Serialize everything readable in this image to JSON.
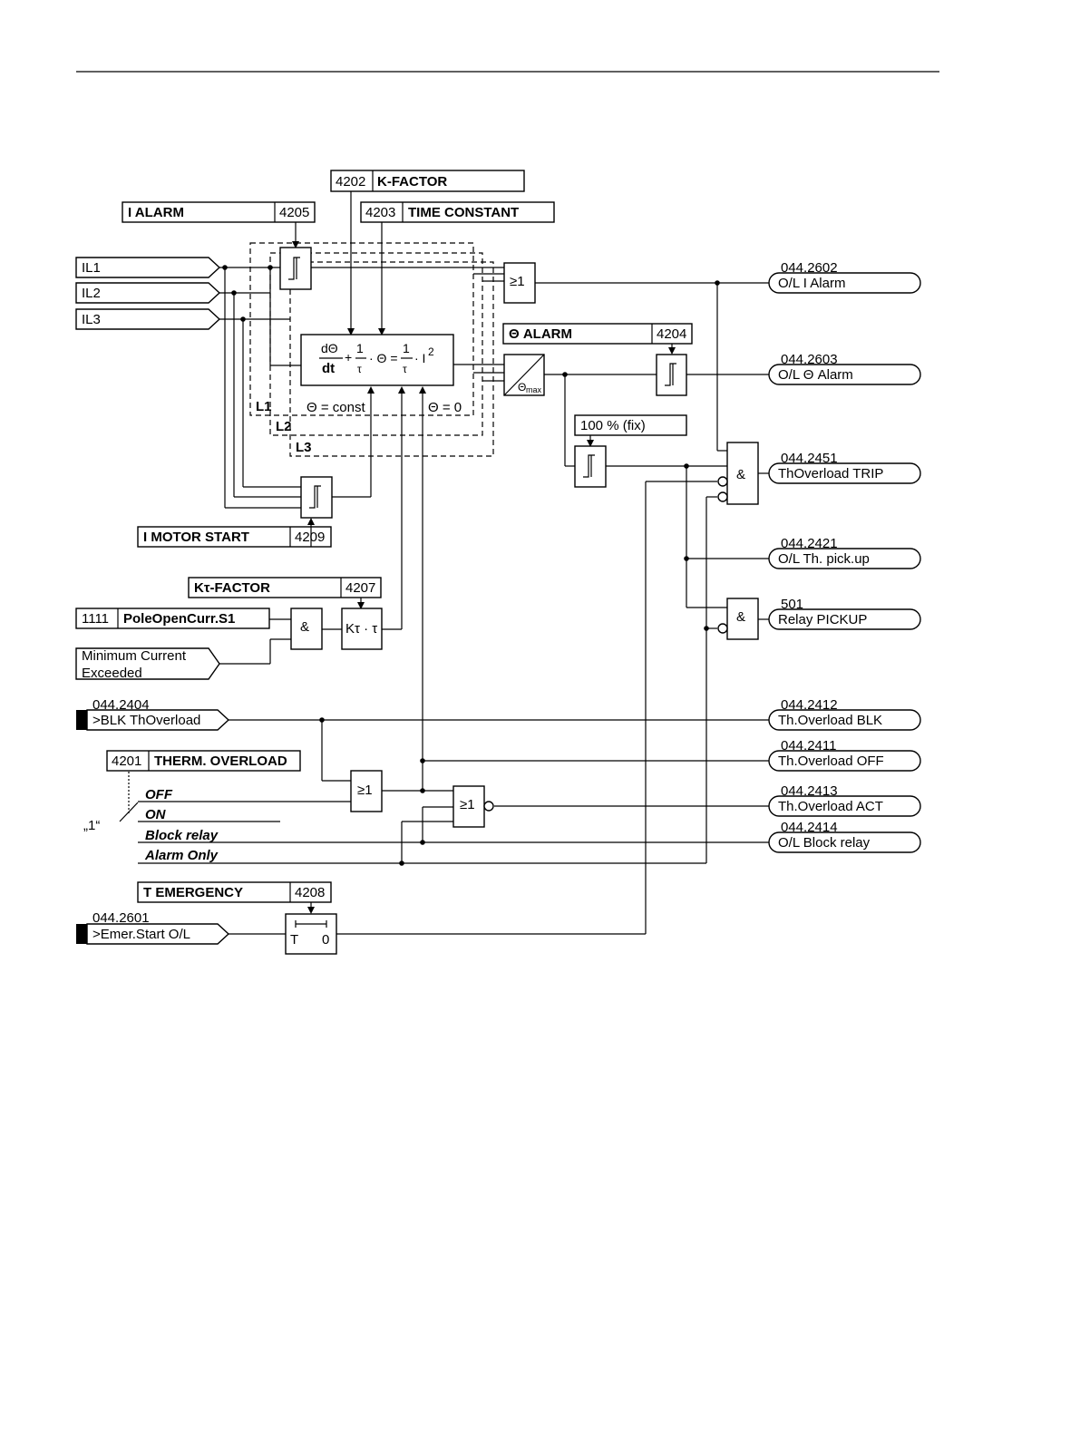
{
  "params": {
    "k_factor": {
      "num": "4202",
      "label": "K-FACTOR"
    },
    "i_alarm": {
      "num": "4205",
      "label": "I ALARM"
    },
    "time_constant": {
      "num": "4203",
      "label": "TIME CONSTANT"
    },
    "theta_alarm": {
      "num": "4204",
      "label": "Θ ALARM"
    },
    "fix_100": {
      "label": "100 % (fix)"
    },
    "i_motor_start": {
      "num": "4209",
      "label": "I MOTOR START"
    },
    "kt_factor": {
      "num": "4207",
      "label": "Kτ-FACTOR"
    },
    "pole_open": {
      "num": "1111",
      "label": "PoleOpenCurr.S1"
    },
    "therm_overload": {
      "num": "4201",
      "label": "THERM. OVERLOAD"
    },
    "t_emergency": {
      "num": "4208",
      "label": "T EMERGENCY"
    }
  },
  "inputs": {
    "il1": "IL1",
    "il2": "IL2",
    "il3": "IL3",
    "min_current_1": "Minimum Current",
    "min_current_2": "Exceeded",
    "blk": {
      "num": "044.2404",
      "label": ">BLK ThOverload"
    },
    "emer": {
      "num": "044.2601",
      "label": ">Emer.Start O/L"
    }
  },
  "outputs": [
    {
      "num": "044.2602",
      "label": "O/L I Alarm"
    },
    {
      "num": "044.2603",
      "label": "O/L Θ Alarm"
    },
    {
      "num": "044.2451",
      "label": "ThOverload TRIP"
    },
    {
      "num": "044.2421",
      "label": "O/L Th. pick.up"
    },
    {
      "num": "501",
      "label": "Relay PICKUP"
    },
    {
      "num": "044.2412",
      "label": "Th.Overload BLK"
    },
    {
      "num": "044.2411",
      "label": "Th.Overload OFF"
    },
    {
      "num": "044.2413",
      "label": "Th.Overload ACT"
    },
    {
      "num": "044.2414",
      "label": "O/L Block relay"
    }
  ],
  "phases": {
    "l1": "L1",
    "l2": "L2",
    "l3": "L3"
  },
  "formula": {
    "theta_const": "Θ = const",
    "theta_zero": "Θ = 0",
    "d_theta": "dΘ",
    "dt": "dt",
    "one": "1",
    "tau": "τ",
    "plus": "+",
    "dot_theta": "· Θ =",
    "dot_i": "· I",
    "sq": "2"
  },
  "gates": {
    "or": "≥1",
    "and": "&",
    "kt": "Kτ · τ",
    "theta_max": "Θ",
    "max_sub": "max",
    "timer_t": "T",
    "timer_0": "0"
  },
  "modes": {
    "off": "OFF",
    "on": "ON",
    "block": "Block relay",
    "alarm": "Alarm Only",
    "one": "„1“"
  }
}
